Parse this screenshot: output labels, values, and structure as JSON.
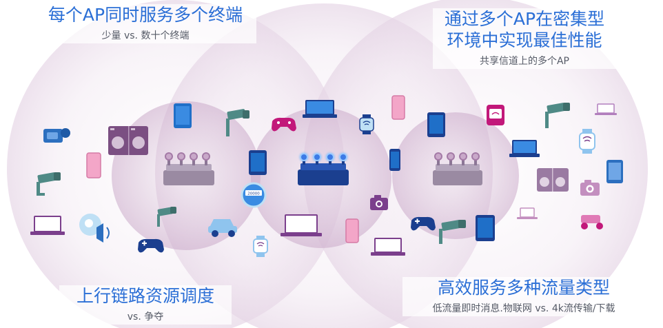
{
  "title": "",
  "captions": {
    "top_left": {
      "title": "每个AP同时服务多个终端",
      "subtitle": "少量 vs. 数十个终端"
    },
    "top_right": {
      "title_line1": "通过多个AP在密集型",
      "title_line2": "环境中实现最佳性能",
      "subtitle": "共享信道上的多个AP"
    },
    "bottom_left": {
      "title": "上行链路资源调度",
      "subtitle": "vs. 争夺"
    },
    "bottom_right": {
      "title": "高效服务多种流量类型",
      "subtitle": "低流量即时消息.物联网 vs. 4k流传输/下载"
    }
  },
  "meter_label": "20000",
  "colors": {
    "headline_blue": "#2b6fd6",
    "subtitle_gray": "#555a66",
    "ap_gray_purple": "#9a8aa2",
    "ap_center_navy": "#1b3f8f",
    "device_blue": "#1f6fc8",
    "device_pink": "#f3a6c8",
    "device_purple": "#7b3f8c",
    "device_teal": "#4f8a86",
    "device_magenta": "#c2187a",
    "circle_pink": "#e9dbe8"
  },
  "icons": [
    "router-left-icon",
    "router-center-icon",
    "router-right-icon",
    "camcorder-icon",
    "washer-dryer-icon",
    "tablet-icon",
    "security-camera-icon",
    "game-controller-icon",
    "laptop-icon",
    "smartwatch-icon",
    "phone-icon",
    "smart-speaker-icon",
    "camera-icon",
    "bicycle-icon",
    "smart-meter-icon",
    "car-icon",
    "scale-icon"
  ]
}
